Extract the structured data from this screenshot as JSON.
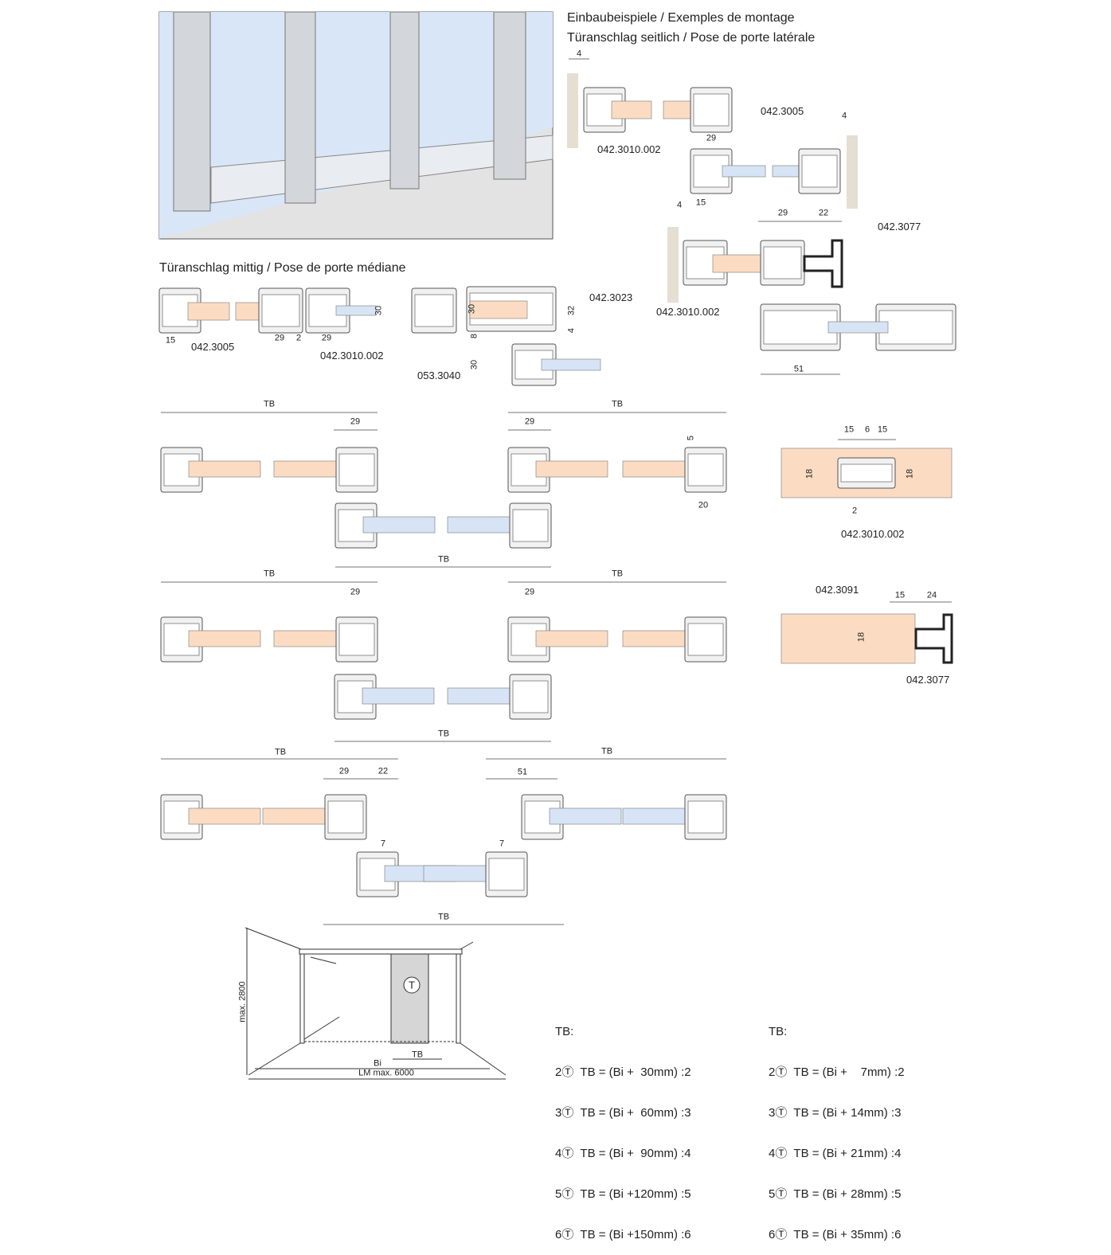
{
  "headings": {
    "examples": "Einbaubeispiele / Exemples de montage",
    "side": "Türanschlag seitlich / Pose de porte latérale",
    "center": "Türanschlag mittig / Pose de porte médiane"
  },
  "parts": {
    "p3005": "042.3005",
    "p3010": "042.3010.002",
    "p3077": "042.3077",
    "p3023": "042.3023",
    "p3040": "053.3040",
    "p3091": "042.3091"
  },
  "dims": {
    "d4": "4",
    "d29": "29",
    "d15": "15",
    "d22": "22",
    "d51": "51",
    "d2": "2",
    "d30": "30",
    "d32": "32",
    "d8": "8",
    "d5": "5",
    "d20": "20",
    "d6": "6",
    "d18": "18",
    "d24": "24",
    "d7": "7",
    "tb": "TB"
  },
  "overview": {
    "height": "max. 2800",
    "door_symbol": "T",
    "tb": "TB",
    "bi": "Bi",
    "lm": "LM max. 6000"
  },
  "formulas_left": {
    "title": "TB:",
    "rows": [
      "2Ⓣ  TB = (Bi +  30mm) :2",
      "3Ⓣ  TB = (Bi +  60mm) :3",
      "4Ⓣ  TB = (Bi +  90mm) :4",
      "5Ⓣ  TB = (Bi +120mm) :5",
      "6Ⓣ  TB = (Bi +150mm) :6"
    ]
  },
  "formulas_right": {
    "title": "TB:",
    "rows": [
      "2Ⓣ  TB = (Bi +    7mm) :2",
      "3Ⓣ  TB = (Bi + 14mm) :3",
      "4Ⓣ  TB = (Bi + 21mm) :4",
      "5Ⓣ  TB = (Bi + 28mm) :5",
      "6Ⓣ  TB = (Bi + 35mm) :6"
    ]
  },
  "colors": {
    "wood": "#fbdcc3",
    "glass": "#d7e4f5",
    "frame": "#f1f1f1",
    "wall": "#e4dfd2"
  }
}
